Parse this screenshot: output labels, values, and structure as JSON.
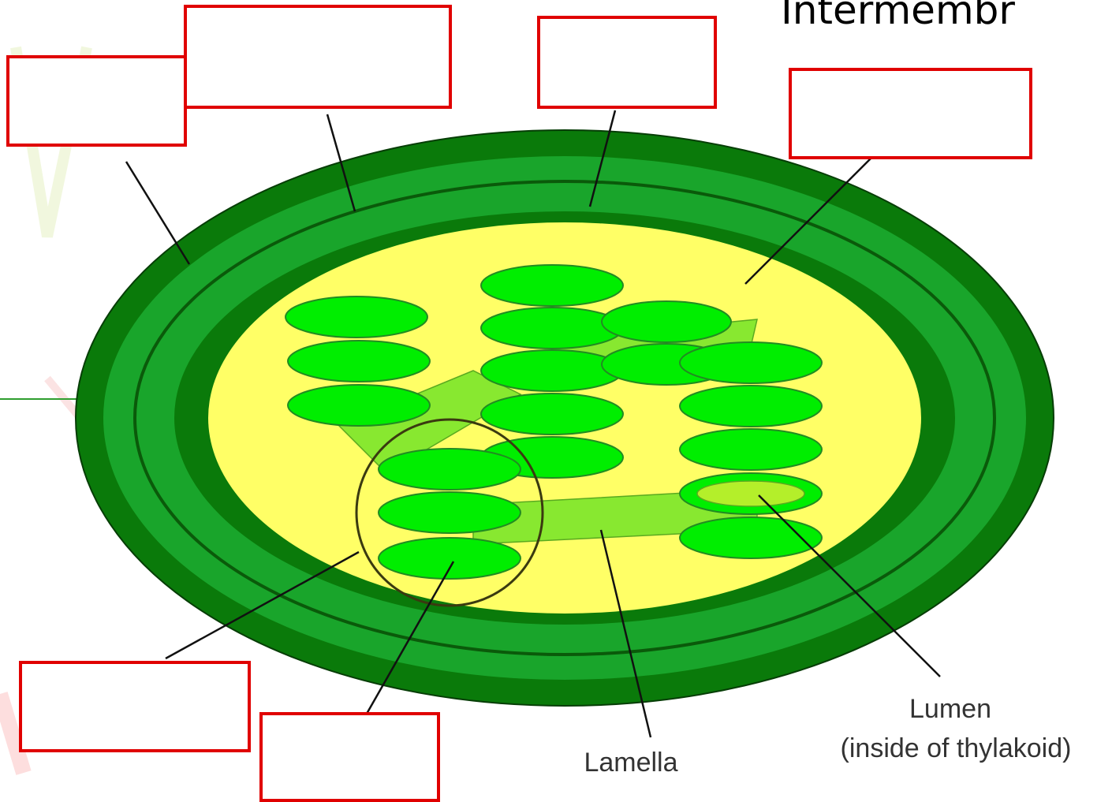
{
  "heading": "Intermembr",
  "labels": {
    "lamella": "Lamella",
    "lumen_line1": "Lumen",
    "lumen_line2": "(inside of thylakoid)"
  },
  "answer_boxes": [
    {
      "name": "answer-box-outer-membrane",
      "value": ""
    },
    {
      "name": "answer-box-intermembrane-space",
      "value": ""
    },
    {
      "name": "answer-box-inner-membrane",
      "value": ""
    },
    {
      "name": "answer-box-stroma",
      "value": ""
    },
    {
      "name": "answer-box-granum",
      "value": ""
    },
    {
      "name": "answer-box-thylakoid",
      "value": ""
    }
  ],
  "colors": {
    "outer_membrane": "#0a7a0a",
    "intermembrane_space": "#19a52b",
    "stroma": "#ffff66",
    "thylakoid": "#00ee00",
    "thylakoid_outline": "#228b22",
    "lamella": "#88e830",
    "lumen": "#b4ef2a",
    "box_border": "#e00000"
  }
}
